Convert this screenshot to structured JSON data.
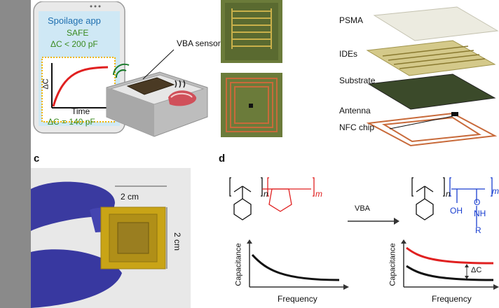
{
  "panel_letters": {
    "c": "c",
    "d": "d"
  },
  "phone": {
    "app_title": "Spoilage app",
    "status": "SAFE",
    "threshold": "ΔC < 200 pF",
    "y_axis": "ΔC",
    "x_axis": "Time",
    "reading": "ΔC = 140 pF",
    "colors": {
      "screen": "#cfe8f5",
      "title": "#1f6fb0",
      "status": "#3a8a1f",
      "curve": "#e02020",
      "border": "#f0b400"
    }
  },
  "tray": {
    "sensor_label": "VBA sensor"
  },
  "exploded": {
    "layers": [
      "PSMA",
      "IDEs",
      "Substrate",
      "Antenna",
      "NFC chip"
    ]
  },
  "photo": {
    "width_label": "2 cm",
    "height_label": "2 cm"
  },
  "chem": {
    "sub_n": "n",
    "sub_m": "m",
    "arrow_label": "VBA",
    "right_groups": {
      "oh": "OH",
      "nh": "NH",
      "r": "R",
      "o": "O"
    },
    "colors": {
      "left_block": "#e02020",
      "right_block": "#1a3fd0"
    }
  },
  "plot_left": {
    "ylabel": "Capacitance",
    "xlabel": "Frequency"
  },
  "plot_right": {
    "ylabel": "Capacitance",
    "xlabel": "Frequency",
    "delta": "ΔC"
  }
}
